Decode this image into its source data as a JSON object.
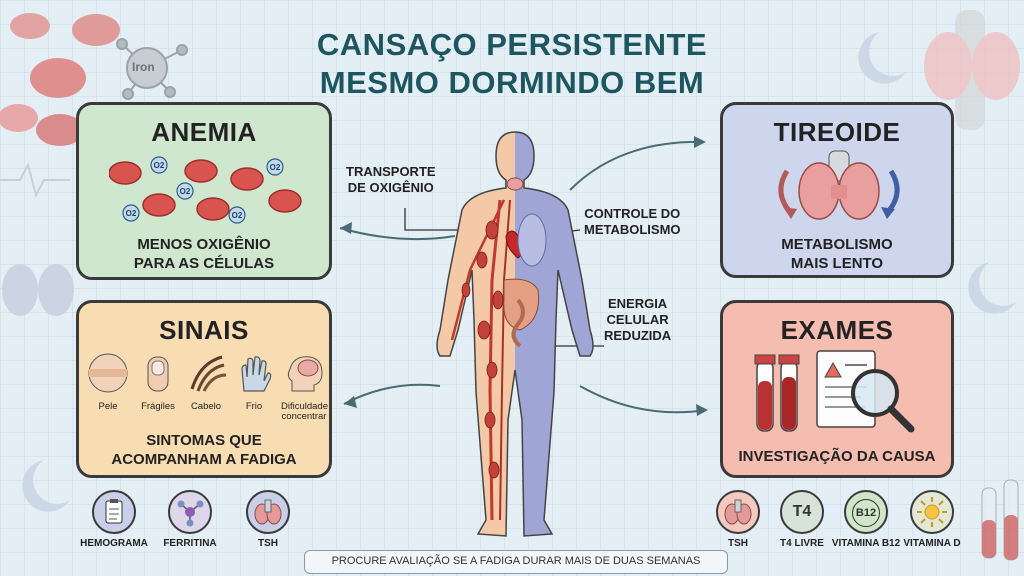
{
  "title": {
    "line1": "CANSAÇO PERSISTENTE",
    "line2": "MESMO DORMINDO BEM"
  },
  "background_labels": {
    "iron": "Iron"
  },
  "anemia": {
    "title": "ANEMIA",
    "o2": "O2",
    "caption_line1": "MENOS OXIGÊNIO",
    "caption_line2": "PARA AS CÉLULAS"
  },
  "tireoide": {
    "title": "TIREOIDE",
    "caption_line1": "METABOLISMO",
    "caption_line2": "MAIS LENTO"
  },
  "sinais": {
    "title": "SINAIS",
    "items": [
      {
        "label": "Pele",
        "icon": "skin-icon"
      },
      {
        "label": "Frágiles",
        "icon": "nail-icon"
      },
      {
        "label": "Cabelo",
        "icon": "hair-icon"
      },
      {
        "label": "Frio",
        "icon": "hand-cold-icon"
      },
      {
        "label": "Dificuldade concentrar",
        "icon": "head-brain-icon"
      }
    ],
    "caption_line1": "SINTOMAS QUE",
    "caption_line2": "ACOMPANHAM A FADIGA"
  },
  "exames": {
    "title": "EXAMES",
    "caption": "INVESTIGAÇÃO DA CAUSA"
  },
  "callouts": {
    "transporte": {
      "line1": "TRANSPORTE",
      "line2": "DE OXIGÊNIO"
    },
    "controle": {
      "line1": "CONTROLE DO",
      "line2": "METABOLISMO"
    },
    "energia": {
      "line1": "ENERGIA",
      "line2": "CELULAR",
      "line3": "REDUZIDA"
    }
  },
  "bottom_left": [
    {
      "label": "HEMOGRAMA",
      "icon": "clipboard-icon"
    },
    {
      "label": "FERRITINA",
      "icon": "molecule-icon"
    },
    {
      "label": "TSH",
      "icon": "thyroid-icon"
    }
  ],
  "bottom_right": [
    {
      "label": "TSH",
      "icon": "thyroid-icon",
      "symbol": ""
    },
    {
      "label": "T4 LIVRE",
      "icon": "t4-icon",
      "symbol": "T4"
    },
    {
      "label": "VITAMINA B12",
      "icon": "b12-icon",
      "symbol": "B12"
    },
    {
      "label": "VITAMINA D",
      "icon": "sun-icon",
      "symbol": ""
    }
  ],
  "footer": "PROCURE AVALIAÇÃO SE A FADIGA DURAR MAIS DE DUAS SEMANAS",
  "colors": {
    "title": "#1d5560",
    "anemia_bg": "#cfe7cf",
    "tireoide_bg": "#cdd6ec",
    "sinais_bg": "#f8dcb2",
    "exames_bg": "#f4bdb0",
    "blood_cell": "#d9534f",
    "body_left": "#f3c9a8",
    "body_right": "#9fa6d6"
  }
}
